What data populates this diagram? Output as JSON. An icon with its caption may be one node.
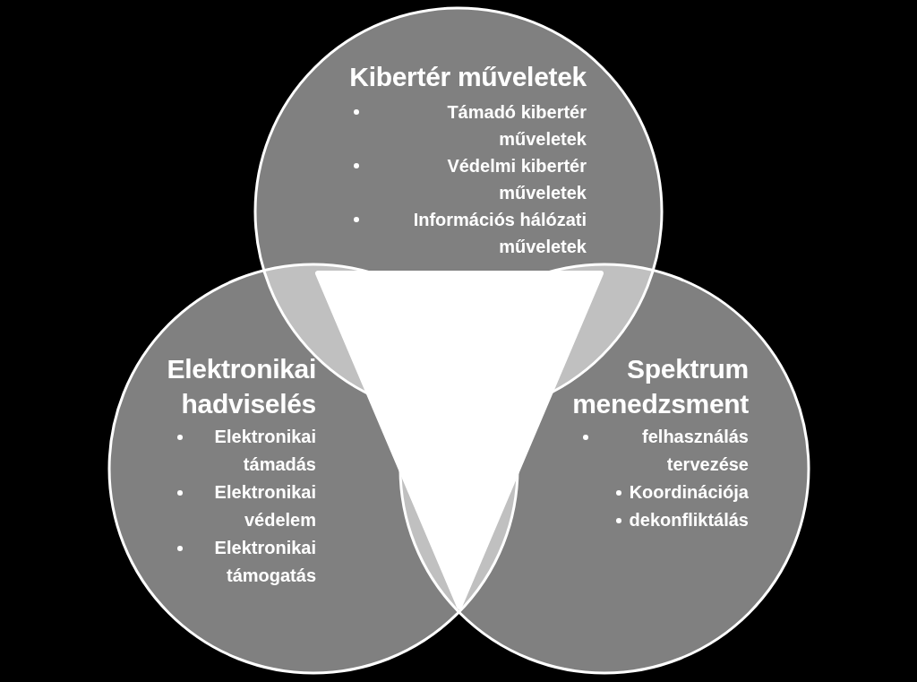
{
  "diagram": {
    "nodes": [
      {
        "text": [
          "Kibertér műveletek",
          "Támadó kibertér műveletek",
          "Védelmi kibertér műveletek",
          "Információs hálózati műveletek"
        ]
      },
      {
        "text": [
          "Elektronikai hadviselés",
          "Elektronikai támadás",
          "Elektronikai védelem",
          "Elektronikai támogatás"
        ]
      },
      {
        "text": [
          "Spektrum menedzsment",
          "felhasználás tervezése",
          "Koordinációja",
          "dekonfliktálás"
        ]
      },
      {
        "text": [],
        "shape": "triangle"
      }
    ]
  }
}
